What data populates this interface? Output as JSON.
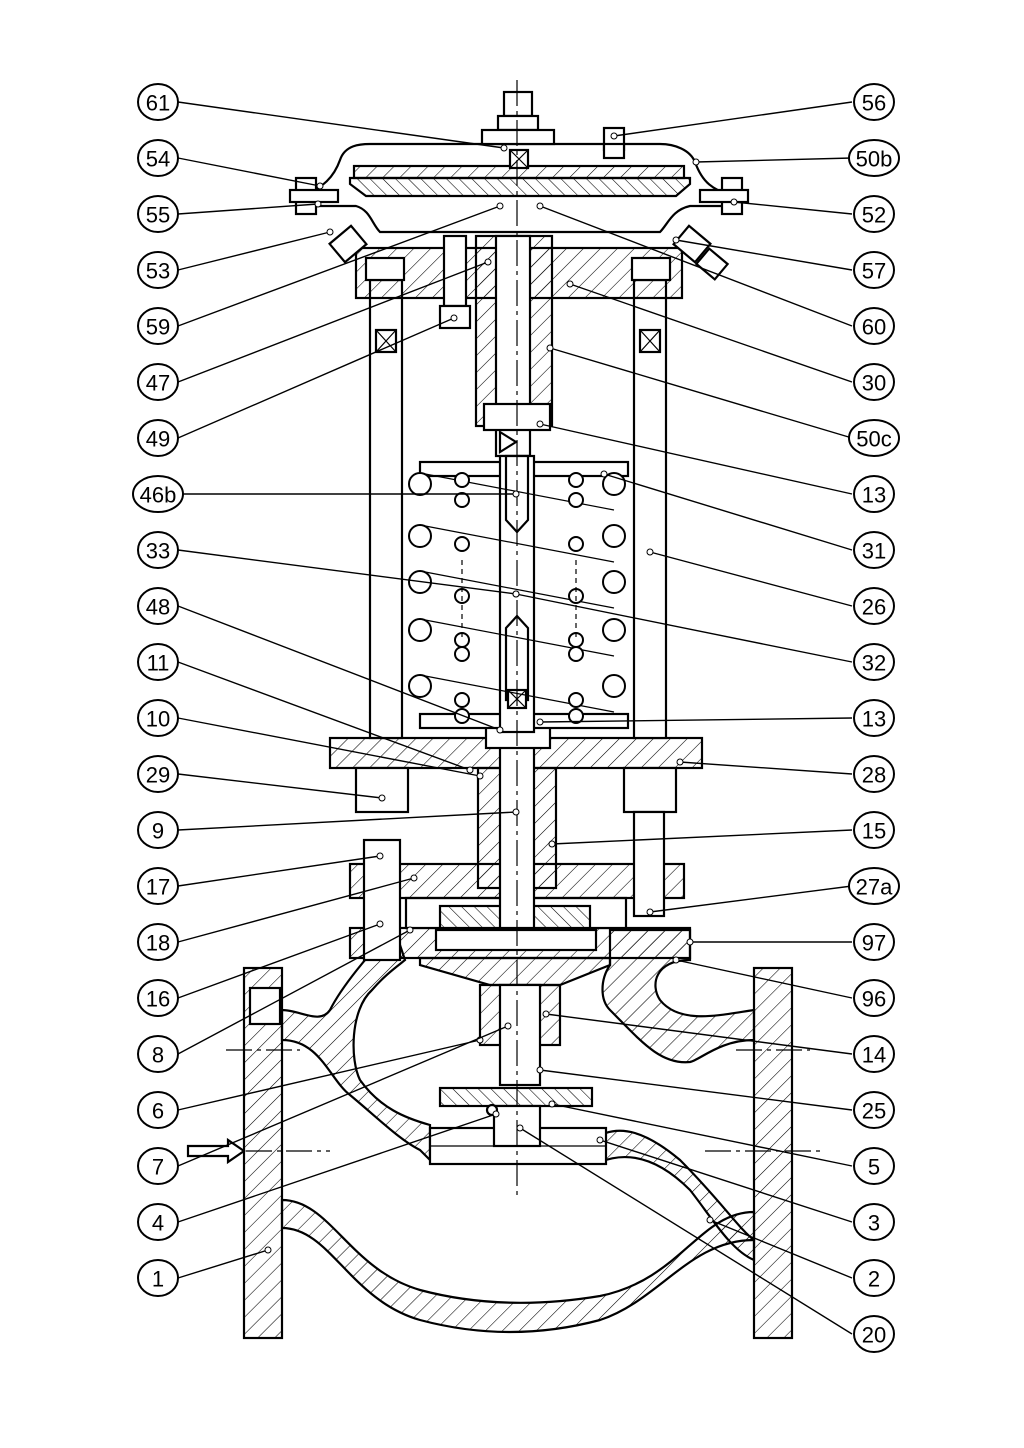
{
  "diagram": {
    "labels_left": [
      "61",
      "54",
      "55",
      "53",
      "59",
      "47",
      "49",
      "46b",
      "33",
      "48",
      "11",
      "10",
      "29",
      "9",
      "17",
      "18",
      "16",
      "8",
      "6",
      "7",
      "4",
      "1"
    ],
    "labels_right": [
      "56",
      "50b",
      "52",
      "57",
      "60",
      "30",
      "50c",
      "13",
      "31",
      "26",
      "32",
      "13",
      "28",
      "15",
      "27a",
      "97",
      "96",
      "14",
      "25",
      "5",
      "3",
      "2",
      "20"
    ]
  },
  "colors": {
    "line": "#000000",
    "background": "#ffffff"
  }
}
